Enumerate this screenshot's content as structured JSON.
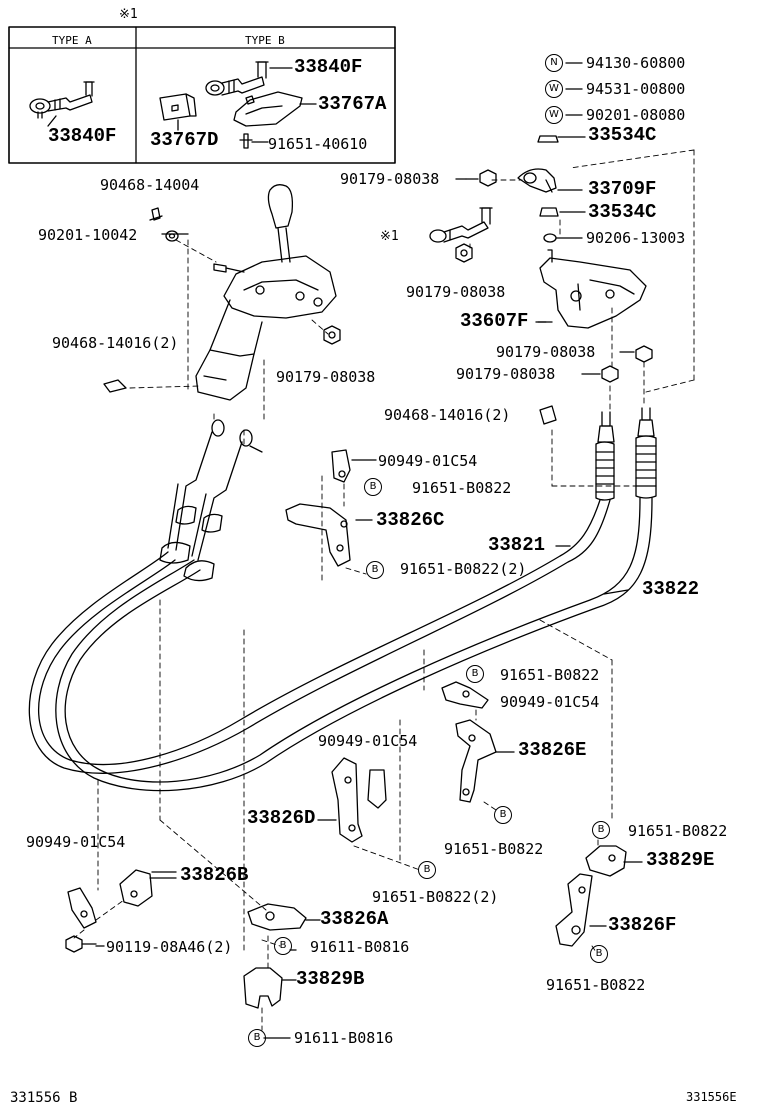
{
  "inset": {
    "marker": "※1",
    "type_a": "TYPE A",
    "type_b": "TYPE B"
  },
  "markers": {
    "n": "N",
    "w": "W",
    "b": "B",
    "ref": "※1"
  },
  "parts": {
    "p33840F_a": "33840F",
    "p33840F_b": "33840F",
    "p33767D": "33767D",
    "p33767A": "33767A",
    "p91651_40610": "91651-40610",
    "p90468_14004": "90468-14004",
    "p90201_10042": "90201-10042",
    "p90468_14016_2_left": "90468-14016(2)",
    "p90179_08038_a": "90179-08038",
    "p90179_08038_b": "90179-08038",
    "p90179_08038_c": "90179-08038",
    "p90179_08038_d": "90179-08038",
    "p90179_08038_e": "90179-08038",
    "p94130_60800": "94130-60800",
    "p94531_00800": "94531-00800",
    "p90201_08080": "90201-08080",
    "p33534C_a": "33534C",
    "p33709F": "33709F",
    "p33534C_b": "33534C",
    "p90206_13003": "90206-13003",
    "p33607F": "33607F",
    "p90468_14016_2_right": "90468-14016(2)",
    "p90949_01C54_a": "90949-01C54",
    "p91651_B0822_a": "91651-B0822",
    "p33826C": "33826C",
    "p91651_B0822_2_a": "91651-B0822(2)",
    "p33821": "33821",
    "p33822": "33822",
    "p91651_B0822_b": "91651-B0822",
    "p90949_01C54_b": "90949-01C54",
    "p33826E": "33826E",
    "p90949_01C54_c": "90949-01C54",
    "p33826D": "33826D",
    "p91651_B0822_c": "91651-B0822",
    "p91651_B0822_d": "91651-B0822",
    "p33829E": "33829E",
    "p90949_01C54_d": "90949-01C54",
    "p33826B": "33826B",
    "p91651_B0822_2_b": "91651-B0822(2)",
    "p33826F": "33826F",
    "p33826A": "33826A",
    "p90119_08A46_2": "90119-08A46(2)",
    "p91611_B0816_a": "91611-B0816",
    "p91651_B0822_e": "91651-B0822",
    "p33829B": "33829B",
    "p91611_B0816_b": "91611-B0816"
  },
  "footer": {
    "left": "331556 B",
    "right": "331556E"
  }
}
